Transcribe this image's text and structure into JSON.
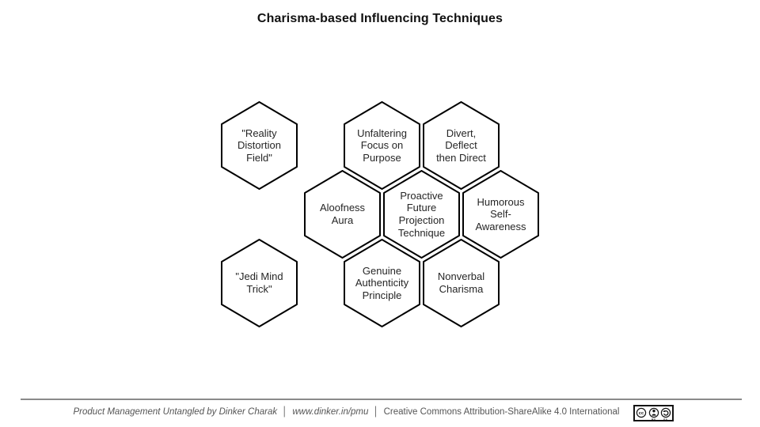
{
  "title": "Charisma-based Influencing Techniques",
  "hexes": [
    {
      "name": "reality-distortion-field",
      "label": "\"Reality\nDistortion\nField\""
    },
    {
      "name": "unfaltering-focus-on-purpose",
      "label": "Unfaltering\nFocus on\nPurpose"
    },
    {
      "name": "divert-deflect-then-direct",
      "label": "Divert,\nDeflect\nthen Direct"
    },
    {
      "name": "aloofness-aura",
      "label": "Aloofness\nAura"
    },
    {
      "name": "proactive-future-projection-technique",
      "label": "Proactive\nFuture\nProjection\nTechnique"
    },
    {
      "name": "humorous-self-awareness",
      "label": "Humorous\nSelf-\nAwareness"
    },
    {
      "name": "jedi-mind-trick",
      "label": "\"Jedi Mind\nTrick\""
    },
    {
      "name": "genuine-authenticity-principle",
      "label": "Genuine\nAuthenticity\nPrinciple"
    },
    {
      "name": "nonverbal-charisma",
      "label": "Nonverbal\nCharisma"
    }
  ],
  "footer": {
    "source": "Product Management Untangled by Dinker Charak",
    "separator": "│",
    "url": "www.dinker.in/pmu",
    "license": "Creative Commons Attribution-ShareAlike 4.0 International",
    "badge": {
      "cc_label": "cc",
      "by_label": "BY",
      "sa_label": "SA"
    }
  },
  "colors": {
    "hex_border": "#000000",
    "hex_fill": "#ffffff",
    "hex_text": "#262626",
    "footer_text": "#555555",
    "rule": "#8a8a8a"
  }
}
